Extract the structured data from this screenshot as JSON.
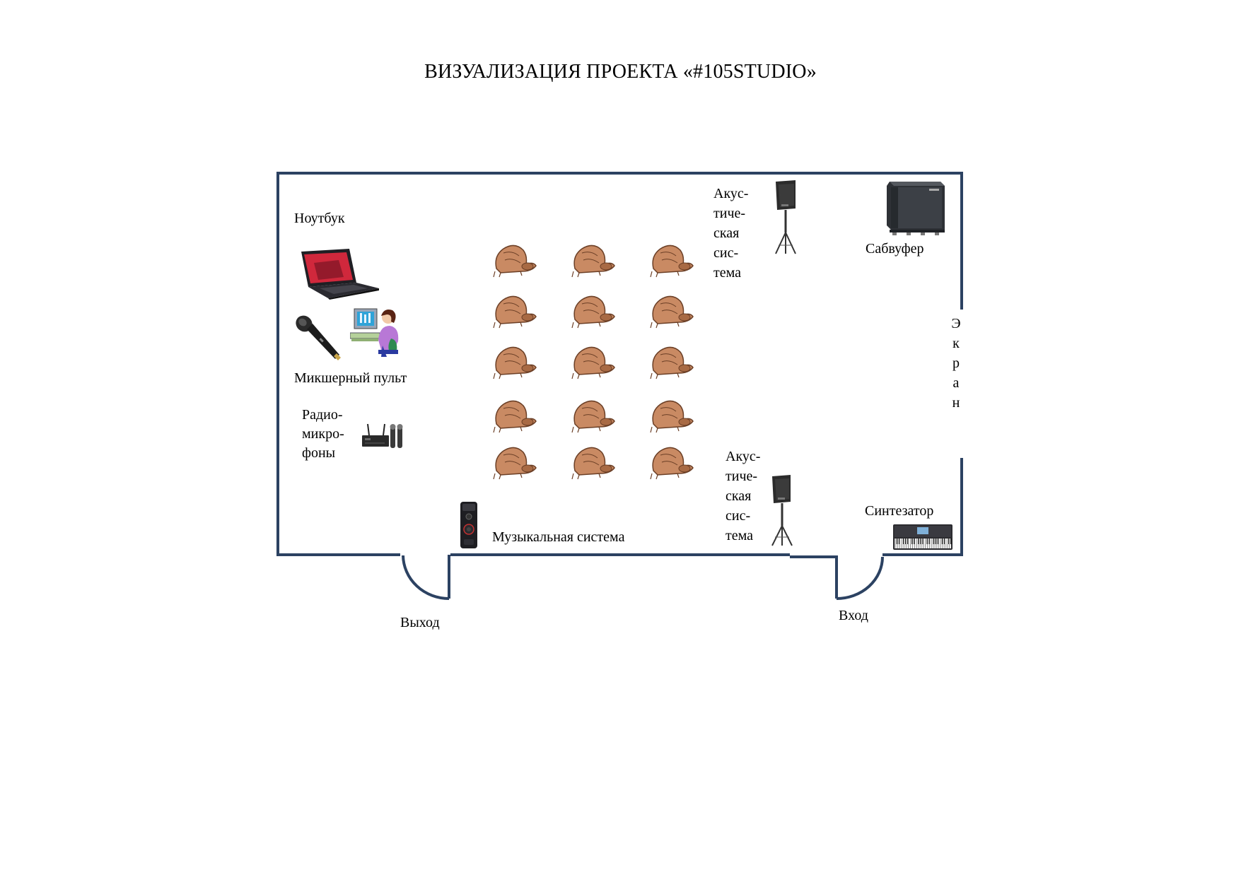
{
  "title": "ВИЗУАЛИЗАЦИЯ ПРОЕКТА «#105STUDIO»",
  "colors": {
    "wall": "#2c4262",
    "seat_fill": "#c98a63",
    "seat_stroke": "#6b3f26"
  },
  "labels": {
    "laptop": "Ноутбук",
    "mixer": "Микшерный пульт",
    "radio_mic": [
      "Радио-",
      "микро-",
      "фоны"
    ],
    "speaker_top": [
      "Акус-",
      "тиче-",
      "ская",
      "сис-",
      "тема"
    ],
    "speaker_bottom": [
      "Акус-",
      "тиче-",
      "ская",
      "сис-",
      "тема"
    ],
    "subwoofer": "Сабвуфер",
    "screen": [
      "Э",
      "к",
      "р",
      "а",
      "н"
    ],
    "music_system": "Музыкальная  система",
    "synth": "Синтезатор",
    "exit": "Выход",
    "entrance": "Вход"
  },
  "icons": {
    "laptop": "laptop-icon",
    "microphone": "microphone-icon",
    "operator": "sound-operator-icon",
    "radio_mic": "radio-microphone-icon",
    "speaker": "speaker-on-stand-icon",
    "subwoofer": "subwoofer-icon",
    "music_system": "music-system-icon",
    "synth": "synthesizer-icon",
    "seat": "seat-icon"
  },
  "seating": {
    "rows": 5,
    "columns": 3
  }
}
